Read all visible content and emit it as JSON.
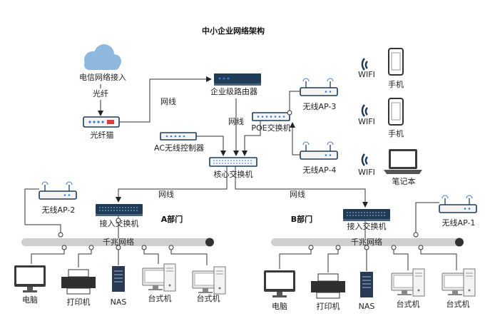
{
  "title": "中小企业网络架构",
  "cloud_label": "电信网络接入",
  "fiber_label": "光纤",
  "modem_label": "光纤猫",
  "router_label": "企业级路由器",
  "ac_label": "AC无线控制器",
  "core_label": "核心交换机",
  "poe_label": "POE交换机",
  "ap1_label": "无线AP-1",
  "ap2_label": "无线AP-2",
  "ap3_label": "无线AP-3",
  "ap4_label": "无线AP-4",
  "cable_label": "网线",
  "wifi_label": "WIFI",
  "phone_label": "手机",
  "laptop_label": "笔记本",
  "dept_a": "A部门",
  "dept_b": "B部门",
  "access_label": "接入交换机",
  "backbone_label": "千兆网络",
  "pc_label": "电脑",
  "printer_label": "打印机",
  "nas_label": "NAS",
  "desktop_label": "台式机",
  "colors": {
    "cloud": "#8fb8de",
    "device": "#1f3b57",
    "port_blue": "#3b7bd6",
    "port_red": "#d64040",
    "bus": "#cfcfcf"
  }
}
